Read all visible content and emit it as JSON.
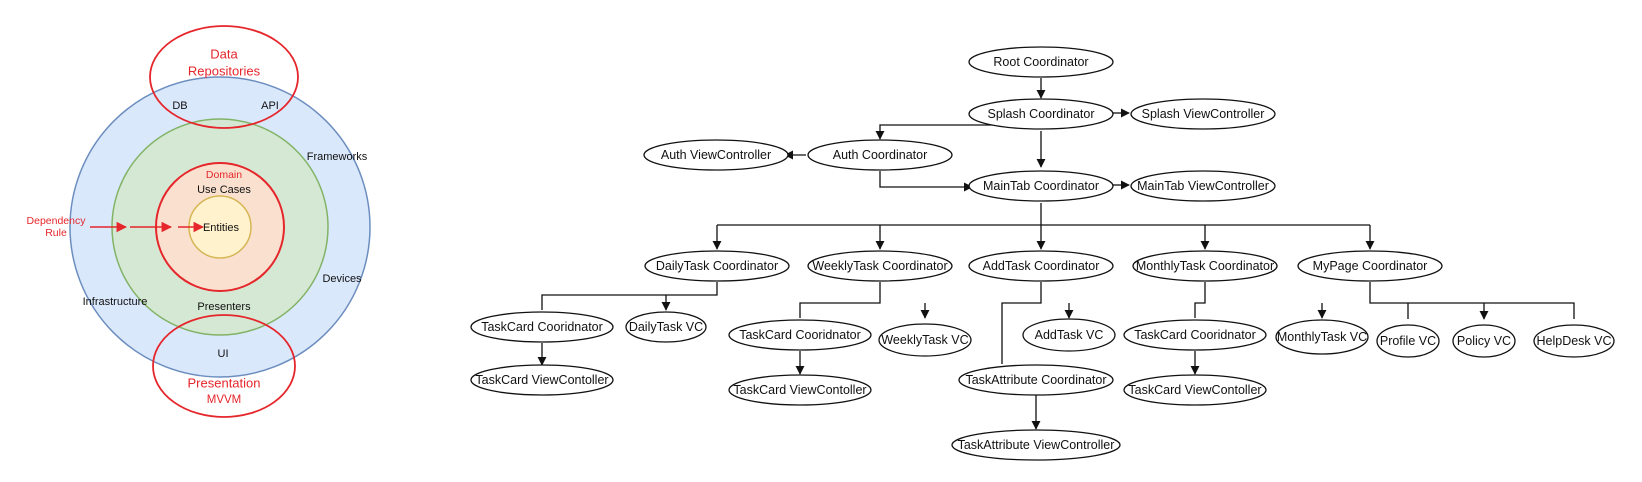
{
  "clean_architecture": {
    "data_repositories": {
      "line1": "Data",
      "line2": "Repositories"
    },
    "presentation": {
      "line1": "Presentation",
      "line2": "MVVM"
    },
    "domain": "Domain",
    "dependency_rule": {
      "line1": "Dependency",
      "line2": "Rule"
    },
    "labels": {
      "db": "DB",
      "api": "API",
      "frameworks": "Frameworks",
      "devices": "Devices",
      "infrastructure": "Infrastructure",
      "ui": "UI",
      "use_cases": "Use Cases",
      "entities": "Entities",
      "presenters": "Presenters"
    },
    "colors": {
      "outer_fill": "#dae8fc",
      "outer_stroke": "#6c8ebf",
      "middle_fill": "#d5e8d4",
      "middle_stroke": "#82b366",
      "inner_fill": "#fae1cf",
      "inner_stroke": "#e5262b",
      "core_fill": "#fff2cc",
      "core_stroke": "#d6b656",
      "accent_red": "#e5262b"
    }
  },
  "coordinator_tree": {
    "nodes": {
      "root": "Root Coordinator",
      "splash": "Splash Coordinator",
      "splash_vc": "Splash ViewController",
      "auth": "Auth Coordinator",
      "auth_vc": "Auth ViewController",
      "maintab": "MainTab Coordinator",
      "maintab_vc": "MainTab ViewController",
      "daily": "DailyTask Coordinator",
      "weekly": "WeeklyTask Coordinator",
      "addtask": "AddTask Coordinator",
      "monthly": "MonthlyTask Coordinator",
      "mypage": "MyPage Coordinator",
      "daily_card": "TaskCard Cooridnator",
      "daily_vc": "DailyTask VC",
      "daily_card_vc": "TaskCard ViewContoller",
      "weekly_card": "TaskCard Cooridnator",
      "weekly_vc": "WeeklyTask VC",
      "weekly_card_vc": "TaskCard ViewContoller",
      "attr": "TaskAttribute Coordinator",
      "addtask_vc": "AddTask VC",
      "attr_vc": "TaskAttribute ViewController",
      "monthly_card": "TaskCard Cooridnator",
      "monthly_vc": "MonthlyTask VC",
      "monthly_card_vc": "TaskCard ViewContoller",
      "profile_vc": "Profile VC",
      "policy_vc": "Policy VC",
      "helpdesk_vc": "HelpDesk VC"
    }
  }
}
